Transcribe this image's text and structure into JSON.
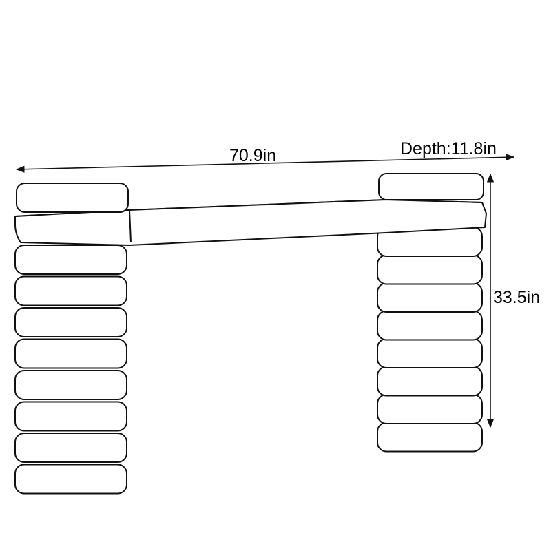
{
  "dimensions": {
    "width_label": "70.9in",
    "depth_label": "Depth:11.8in",
    "height_label": "33.5in"
  },
  "product": {
    "left_column_discs": 9,
    "right_column_discs": 9
  },
  "colors": {
    "line": "#111111",
    "fill": "#ffffff"
  }
}
